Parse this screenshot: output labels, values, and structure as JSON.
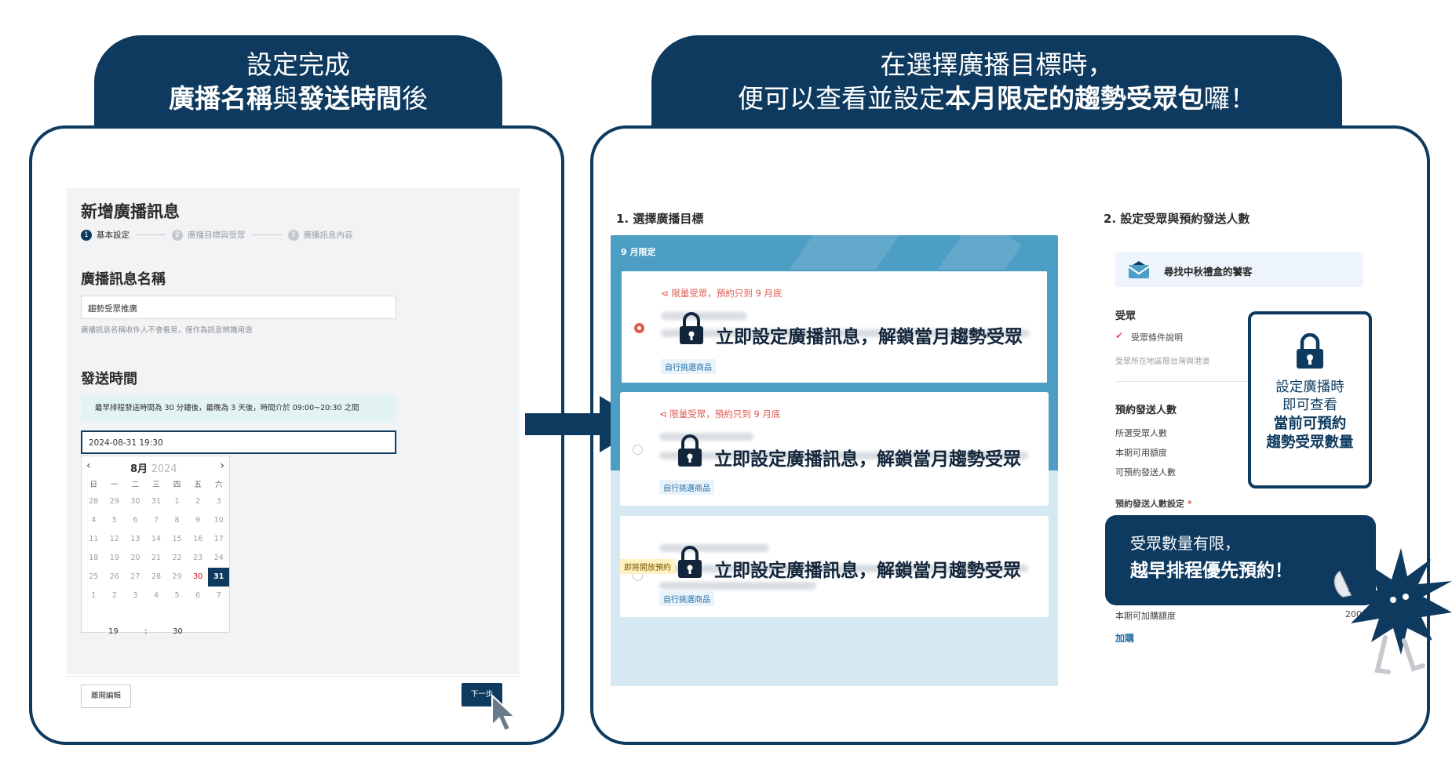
{
  "left_tab": {
    "line1": "設定完成",
    "line2_bold1": "廣播名稱",
    "line2_mid": "與",
    "line2_bold2": "發送時間",
    "line2_end": "後"
  },
  "right_tab": {
    "line1": "在選擇廣播目標時，",
    "line2_start": "便可以查看並設定",
    "line2_bold": "本月限定的趨勢受眾包",
    "line2_end": "囉！"
  },
  "form": {
    "title": "新增廣播訊息",
    "steps": [
      {
        "num": "1",
        "label": "基本設定"
      },
      {
        "num": "2",
        "label": "廣播目標與受眾"
      },
      {
        "num": "3",
        "label": "廣播訊息內容"
      }
    ],
    "name_section": "廣播訊息名稱",
    "name_value": "趨勢受眾推廣",
    "name_hint": "廣播訊息名稱收件人不會看見，僅作為訊息辨識用途",
    "time_section": "發送時間",
    "notice": "最早排程發送時間為 30 分鐘後，最晚為 3 天後，時間介於 09:00~20:30 之間",
    "datetime_value": "2024-08-31 19:30",
    "exit_button": "離開編輯",
    "next_button": "下一步"
  },
  "calendar": {
    "month": "8月",
    "year": "2024",
    "prev": "‹",
    "next": "›",
    "weekdays": [
      "日",
      "一",
      "二",
      "三",
      "四",
      "五",
      "六"
    ],
    "rows": [
      [
        "28",
        "29",
        "30",
        "31",
        "1",
        "2",
        "3"
      ],
      [
        "4",
        "5",
        "6",
        "7",
        "8",
        "9",
        "10"
      ],
      [
        "11",
        "12",
        "13",
        "14",
        "15",
        "16",
        "17"
      ],
      [
        "18",
        "19",
        "20",
        "21",
        "22",
        "23",
        "24"
      ],
      [
        "25",
        "26",
        "27",
        "28",
        "29",
        "30",
        "31"
      ],
      [
        "1",
        "2",
        "3",
        "4",
        "5",
        "6",
        "7"
      ]
    ],
    "today": "30",
    "selected": "31",
    "hour": "19",
    "sep": ":",
    "minute": "30"
  },
  "targets": {
    "heading": "1. 選擇廣播目標",
    "label": "9 月限定",
    "limited_tag": "限量受眾，預約只到 9 月底",
    "lock_text": "立即設定廣播訊息，解鎖當月趨勢受眾",
    "pill": "自行挑選商品",
    "soon_badge": "即將開放預約"
  },
  "audience": {
    "heading": "2. 設定受眾與預約發送人數",
    "box_text": "尋找中秋禮盒的饕客",
    "aud_label": "受眾",
    "cond_label": "受眾條件說明",
    "cond_muted": "受眾所在地區限台灣與港澳",
    "reserve_label": "預約發送人數",
    "row1": "所選受眾人數",
    "row2": "本期可用額度",
    "row3": "可預約發送人數",
    "setting_label": "預約發送人數設定",
    "setting_req": "*",
    "extra_label": "本期可加購額度",
    "extra_value": "200",
    "buy_link": "加購"
  },
  "callout": {
    "line1a": "設定廣播時",
    "line1b": "即可查看",
    "line2a": "當前可預約",
    "line2b": "趨勢受眾數量"
  },
  "bubble": {
    "line1": "受眾數量有限，",
    "line2": "越早排程優先預約！"
  },
  "colors": {
    "navy": "#0e3a5f",
    "blue": "#4d9ec4",
    "red": "#e05a4e"
  }
}
